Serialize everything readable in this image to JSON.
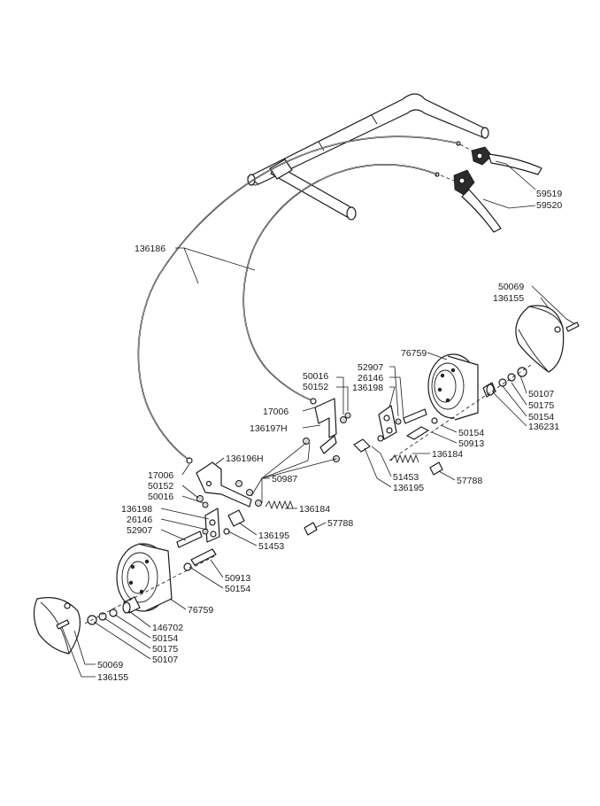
{
  "callouts": {
    "lever_a": "59519",
    "lever_b": "59520",
    "cable": "136186",
    "r_50069": "50069",
    "r_136155": "136155",
    "r_76759": "76759",
    "r_52907": "52907",
    "r_26146": "26146",
    "r_136198": "136198",
    "r_50016": "50016",
    "r_50152": "50152",
    "r_17006": "17006",
    "r_136197H": "136197H",
    "r_50107": "50107",
    "r_50175": "50175",
    "r_50154a": "50154",
    "r_136231": "136231",
    "r_50154b": "50154",
    "r_50913": "50913",
    "r_136184": "136184",
    "r_51453": "51453",
    "r_136195": "136195",
    "r_57788": "57788",
    "m_50987": "50987",
    "l_17006": "17006",
    "l_136196H": "136196H",
    "l_50152": "50152",
    "l_50016": "50016",
    "l_136198": "136198",
    "l_26146": "26146",
    "l_52907": "52907",
    "l_136184": "136184",
    "l_57788": "57788",
    "l_136195": "136195",
    "l_51453": "51453",
    "l_50913": "50913",
    "l_50154a": "50154",
    "l_76759": "76759",
    "l_146702": "146702",
    "l_50154b": "50154",
    "l_50175": "50175",
    "l_50107": "50107",
    "l_50069": "50069",
    "l_136155": "136155"
  }
}
